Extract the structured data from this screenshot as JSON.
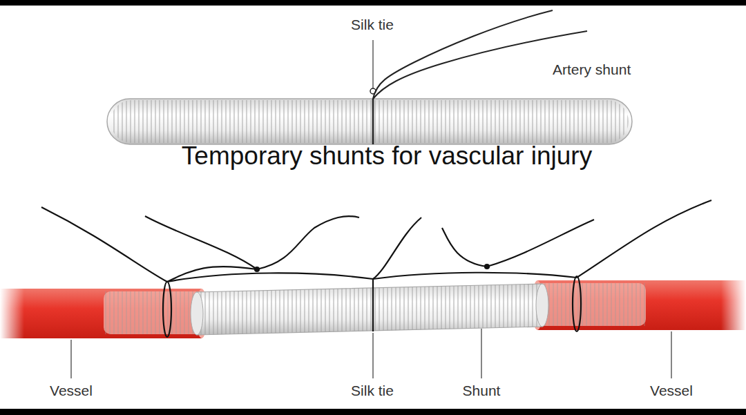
{
  "diagram": {
    "title": "Temporary shunts for vascular injury",
    "labels": [
      "Silk tie",
      "Artery shunt",
      "Vessel",
      "Silk tie",
      "Shunt",
      "Vessel"
    ]
  }
}
